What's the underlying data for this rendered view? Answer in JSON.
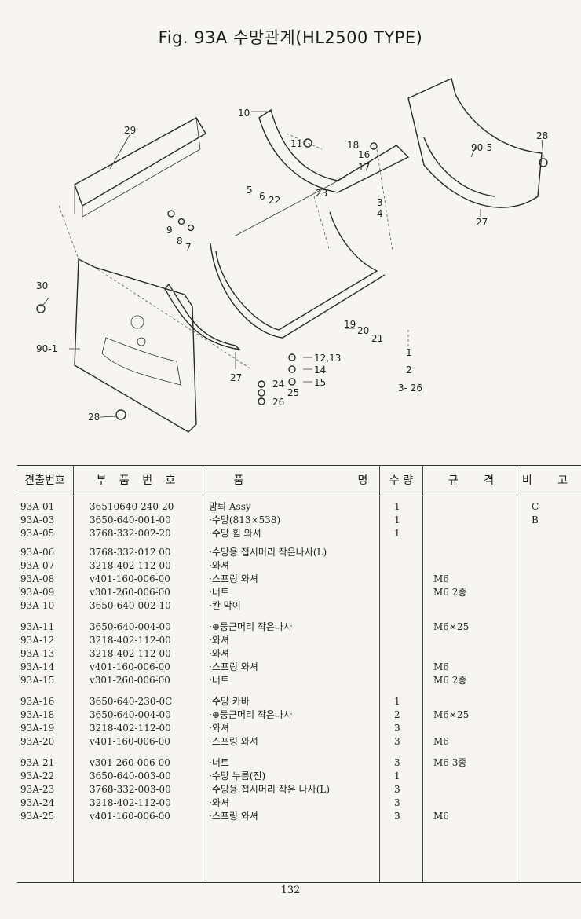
{
  "title": "Fig. 93A 수망관계(HL2500 TYPE)",
  "callouts": [
    "10",
    "11",
    "18",
    "16",
    "17",
    "29",
    "5",
    "6",
    "22",
    "23",
    "3",
    "4",
    "90-5",
    "28",
    "27",
    "9",
    "8",
    "7",
    "30",
    "90-1",
    "27",
    "28",
    "19",
    "20",
    "21",
    "12,13",
    "14",
    "15",
    "24",
    "25",
    "26",
    "1",
    "2",
    "3- 26"
  ],
  "table": {
    "headers": {
      "no": "견출번호",
      "part": "부 품 번 호",
      "name_left": "품",
      "name_right": "명",
      "qty": "수 량",
      "spec": "규 격",
      "note": "비 고"
    },
    "rows": [
      {
        "no": "93A-01",
        "part": "36510640-240-20",
        "name": "망퇴 Assy",
        "qty": "1",
        "spec": "",
        "note": "C"
      },
      {
        "no": "93A-03",
        "part": "3650-640-001-00",
        "name": "·수망(813×538)",
        "qty": "1",
        "spec": "",
        "note": "B"
      },
      {
        "no": "93A-05",
        "part": "3768-332-002-20",
        "name": "·수망 휠 와셔",
        "qty": "1",
        "spec": "",
        "note": ""
      },
      {
        "no": "93A-06",
        "part": "3768-332-012 00",
        "name": "·수망용 접시머리 작은나사(L)",
        "qty": "",
        "spec": "",
        "note": ""
      },
      {
        "no": "93A-07",
        "part": "3218-402-112-00",
        "name": "·와셔",
        "qty": "",
        "spec": "",
        "note": ""
      },
      {
        "no": "93A-08",
        "part": "v401-160-006-00",
        "name": "·스프링 와셔",
        "qty": "",
        "spec": "M6",
        "note": ""
      },
      {
        "no": "93A-09",
        "part": "v301-260-006-00",
        "name": "·너트",
        "qty": "",
        "spec": "M6 2종",
        "note": ""
      },
      {
        "no": "93A-10",
        "part": "3650-640-002-10",
        "name": "·칸 막이",
        "qty": "",
        "spec": "",
        "note": ""
      },
      {
        "no": "93A-11",
        "part": "3650-640-004-00",
        "name": "·⊕둥근머리 작은나사",
        "qty": "",
        "spec": "M6×25",
        "note": ""
      },
      {
        "no": "93A-12",
        "part": "3218-402-112-00",
        "name": "·와셔",
        "qty": "",
        "spec": "",
        "note": ""
      },
      {
        "no": "93A-13",
        "part": "3218-402-112-00",
        "name": "·와셔",
        "qty": "",
        "spec": "",
        "note": ""
      },
      {
        "no": "93A-14",
        "part": "v401-160-006-00",
        "name": "·스프링 와셔",
        "qty": "",
        "spec": "M6",
        "note": ""
      },
      {
        "no": "93A-15",
        "part": "v301-260-006-00",
        "name": "·너트",
        "qty": "",
        "spec": "M6 2종",
        "note": ""
      },
      {
        "no": "93A-16",
        "part": "3650-640-230-0C",
        "name": "·수망 카바",
        "qty": "1",
        "spec": "",
        "note": ""
      },
      {
        "no": "93A-18",
        "part": "3650-640-004-00",
        "name": "·⊕둥근머리 작은나사",
        "qty": "2",
        "spec": "M6×25",
        "note": ""
      },
      {
        "no": "93A-19",
        "part": "3218-402-112-00",
        "name": "·와셔",
        "qty": "3",
        "spec": "",
        "note": ""
      },
      {
        "no": "93A-20",
        "part": "v401-160-006-00",
        "name": "·스프링 와셔",
        "qty": "3",
        "spec": "M6",
        "note": ""
      },
      {
        "no": "93A-21",
        "part": "v301-260-006-00",
        "name": "·너트",
        "qty": "3",
        "spec": "M6 3종",
        "note": ""
      },
      {
        "no": "93A-22",
        "part": "3650-640-003-00",
        "name": "·수망 누름(전)",
        "qty": "1",
        "spec": "",
        "note": ""
      },
      {
        "no": "93A-23",
        "part": "3768-332-003-00",
        "name": "·수망용 접시머리 작은 나사(L)",
        "qty": "3",
        "spec": "",
        "note": ""
      },
      {
        "no": "93A-24",
        "part": "3218-402-112-00",
        "name": "·와셔",
        "qty": "3",
        "spec": "",
        "note": ""
      },
      {
        "no": "93A-25",
        "part": "v401-160-006-00",
        "name": "·스프링 와셔",
        "qty": "3",
        "spec": "M6",
        "note": ""
      }
    ]
  },
  "page_number": "132"
}
